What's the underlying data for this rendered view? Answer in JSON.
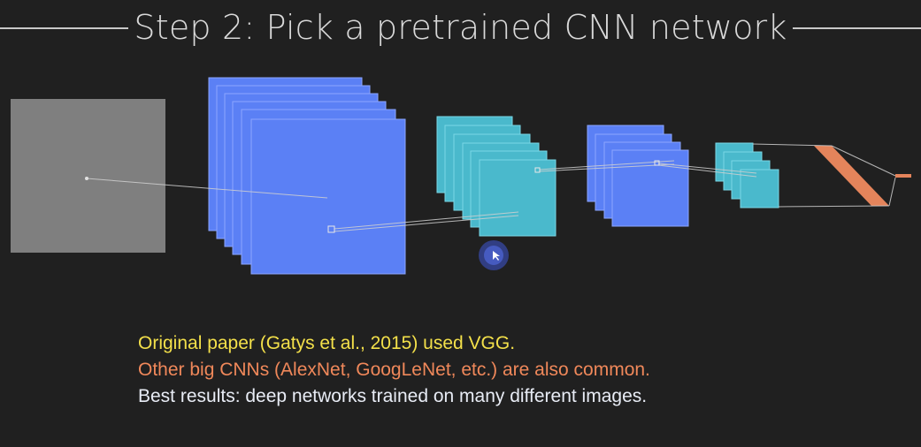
{
  "title": "Step 2: Pick a pretrained CNN network",
  "colors": {
    "background": "#202020",
    "title_text": "#d9d9d9",
    "input_image": "#7f7f7f",
    "conv_blue": "#5b80f5",
    "conv_cyan": "#4ab9cc",
    "dense_orange": "#e4845b",
    "note_yellow": "#f3e04a",
    "note_orange": "#f0885a",
    "note_white": "#e8ecf5"
  },
  "notes": [
    {
      "text": "Original paper (Gatys et al., 2015) used VGG.",
      "color": "#f3e04a"
    },
    {
      "text": "Other big CNNs (AlexNet, GoogLeNet, etc.) are also common.",
      "color": "#f0885a"
    },
    {
      "text": "Best results: deep networks trained on many different images.",
      "color": "#e8ecf5"
    }
  ],
  "icons": [
    "mouse-cursor-icon"
  ]
}
